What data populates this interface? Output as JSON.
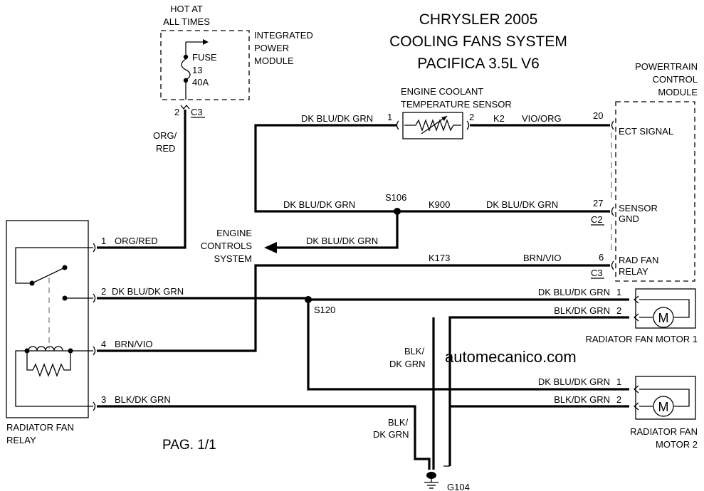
{
  "title": {
    "line1": "CHRYSLER 2005",
    "line2": "COOLING FANS SYSTEM",
    "line3": "PACIFICA 3.5L V6"
  },
  "power_source": {
    "line1": "HOT AT",
    "line2": "ALL TIMES"
  },
  "ipm": {
    "line1": "INTEGRATED",
    "line2": "POWER",
    "line3": "MODULE",
    "fuse_label": "FUSE",
    "fuse_number": "13",
    "fuse_rating": "40A",
    "pin": "2",
    "connector": "C3"
  },
  "wire_org_red": {
    "line1": "ORG/",
    "line2": "RED"
  },
  "ect_sensor": {
    "line1": "ENGINE COOLANT",
    "line2": "TEMPERATURE SENSOR",
    "pin1": "1",
    "pin2": "2",
    "wire_left": "DK BLU/DK GRN",
    "circuit_right": "K2",
    "wire_right": "VIO/ORG"
  },
  "pcm": {
    "line1": "POWERTRAIN",
    "line2": "CONTROL",
    "line3": "MODULE",
    "ect_pin": "20",
    "ect_label": "ECT SIGNAL",
    "gnd_pin": "27",
    "gnd_label1": "SENSOR",
    "gnd_label2": "GND",
    "gnd_connector": "C2",
    "rad_pin": "6",
    "rad_label1": "RAD FAN",
    "rad_label2": "RELAY",
    "rad_connector": "C3"
  },
  "splice_s106": {
    "name": "S106",
    "wire_left": "DK BLU/DK GRN",
    "circuit": "K900",
    "wire_right": "DK BLU/DK GRN",
    "wire_down": "DK BLU/DK GRN"
  },
  "ecs": {
    "line1": "ENGINE",
    "line2": "CONTROLS",
    "line3": "SYSTEM"
  },
  "relay_circuit": {
    "circuit": "K173",
    "wire": "BRN/VIO"
  },
  "relay": {
    "name1": "RADIATOR FAN",
    "name2": "RELAY",
    "pin1": "1",
    "wire1": "ORG/RED",
    "pin2": "2",
    "wire2": "DK BLU/DK GRN",
    "pin4": "4",
    "wire4": "BRN/VIO",
    "pin3": "3",
    "wire3": "BLK/DK GRN"
  },
  "splice_s120": {
    "name": "S120"
  },
  "motor1": {
    "name": "RADIATOR FAN MOTOR 1",
    "pin1": "1",
    "wire1": "DK BLU/DK GRN",
    "pin2": "2",
    "wire2": "BLK/DK GRN"
  },
  "motor2": {
    "name1": "RADIATOR FAN",
    "name2": "MOTOR 2",
    "pin1": "1",
    "wire1": "DK BLU/DK GRN",
    "pin2": "2",
    "wire2": "BLK/DK GRN"
  },
  "ground_wire_a": {
    "line1": "BLK/",
    "line2": "DK GRN"
  },
  "ground_wire_b": {
    "line1": "BLK/",
    "line2": "DK GRN"
  },
  "ground": {
    "name": "G104"
  },
  "motor_symbol": "M",
  "watermark": "automecanico.com",
  "page_label": "PAG. 1/1"
}
